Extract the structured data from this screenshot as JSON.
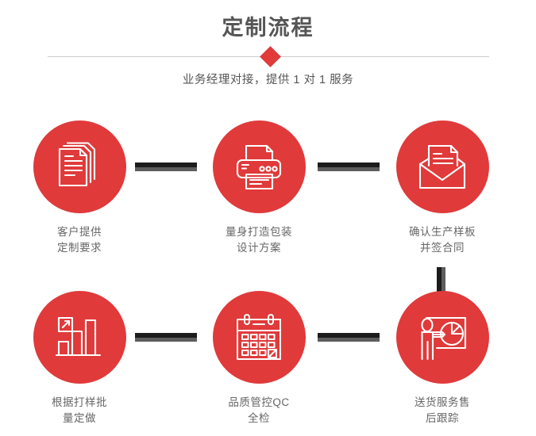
{
  "header": {
    "title": "定制流程",
    "subtitle": "业务经理对接，提供 1 对 1 服务",
    "accent_color": "#e03a3a",
    "title_color": "#555555",
    "divider_color": "#cccccc",
    "diamond_icon": "diamond-marker"
  },
  "theme": {
    "circle_color": "#e03a3a",
    "connector_dark": "#1c1c1c",
    "connector_gray": "#5d5d5d",
    "label_color": "#666666",
    "background": "#ffffff"
  },
  "steps": [
    {
      "index": "1",
      "icon": "documents-stack-icon",
      "label": "客户提供\n定制要求"
    },
    {
      "index": "2",
      "icon": "printer-icon",
      "label": "量身打造包装\n设计方案"
    },
    {
      "index": "3",
      "icon": "envelope-letter-icon",
      "label": "确认生产样板\n并签合同"
    },
    {
      "index": "4",
      "icon": "bar-chart-growth-icon",
      "label": "根据打样批\n量定做"
    },
    {
      "index": "5",
      "icon": "calendar-checklist-icon",
      "label": "品质管控QC\n全检"
    },
    {
      "index": "6",
      "icon": "presenter-pie-chart-icon",
      "label": "送货服务售\n后跟踪"
    }
  ],
  "connectors": [
    {
      "name": "connector-step1-step2",
      "orientation": "horizontal"
    },
    {
      "name": "connector-step2-step3",
      "orientation": "horizontal"
    },
    {
      "name": "connector-step3-step4",
      "orientation": "vertical"
    },
    {
      "name": "connector-step4-step5",
      "orientation": "horizontal"
    },
    {
      "name": "connector-step5-step6",
      "orientation": "horizontal"
    }
  ]
}
